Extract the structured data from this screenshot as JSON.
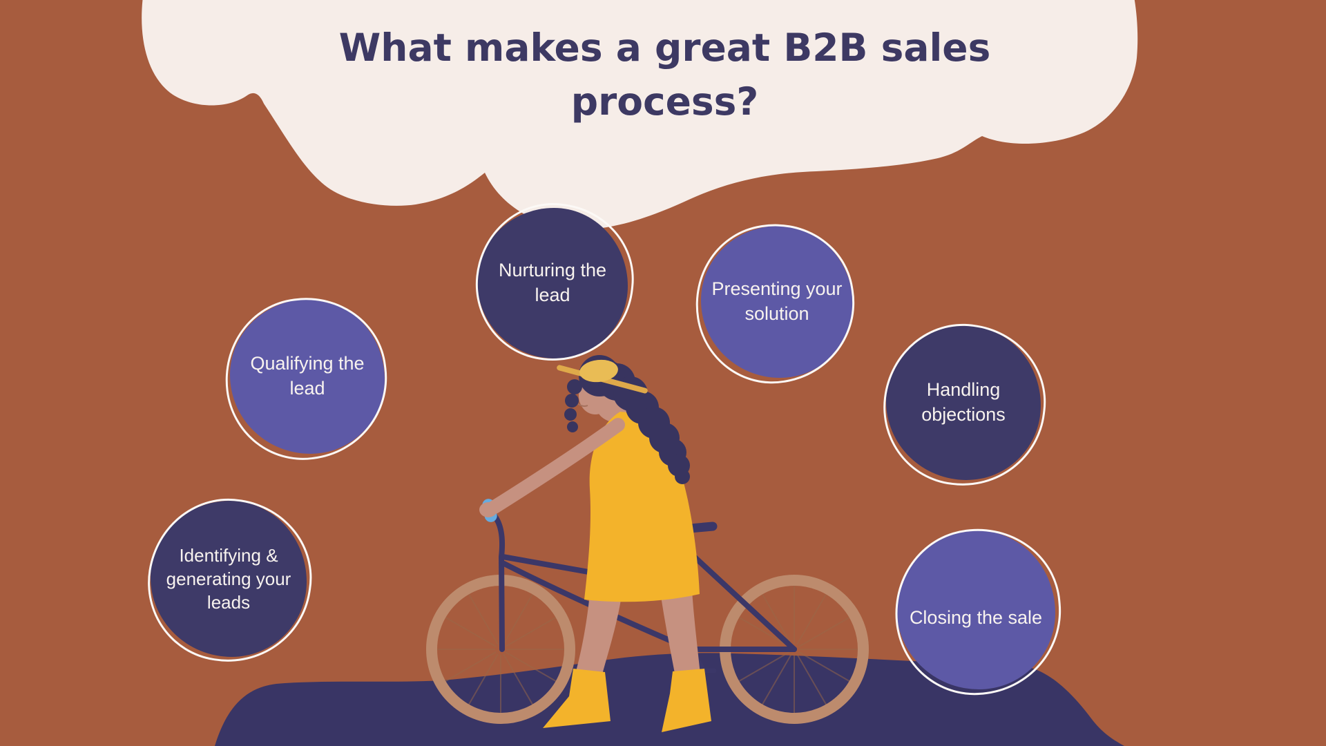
{
  "title": {
    "line1": "What makes a great B2B sales",
    "line2": "process?"
  },
  "bubbles": [
    {
      "id": "identifying",
      "label": "Identifying & generating your leads",
      "variant": "dark"
    },
    {
      "id": "qualifying",
      "label": "Qualifying the lead",
      "variant": "light"
    },
    {
      "id": "nurturing",
      "label": "Nurturing the lead",
      "variant": "dark"
    },
    {
      "id": "presenting",
      "label": "Presenting your solution",
      "variant": "light"
    },
    {
      "id": "handling",
      "label": "Handling objections",
      "variant": "dark"
    },
    {
      "id": "closing",
      "label": "Closing the sale",
      "variant": "light"
    }
  ],
  "illustration": {
    "description": "Woman in a yellow dress, yellow boots and a sun hat walking a bicycle over a dark purple hill"
  },
  "colors": {
    "background": "#a75c3e",
    "cloud": "#f6ede8",
    "hill": "#393565",
    "title_text": "#3d3963",
    "bubble_dark": "#3e3a68",
    "bubble_light": "#5d59a6",
    "bubble_text": "#f8f3ef",
    "outline_white": "#fcf9f6",
    "skin": "#c69180",
    "hair": "#38345f",
    "dress_yellow": "#f3b32b",
    "hat_yellow": "#e9bc55",
    "wheel_tan": "#bd8b6d",
    "bike_frame_navy": "#3b3768",
    "handlebar_grip_blue": "#66abdf"
  }
}
